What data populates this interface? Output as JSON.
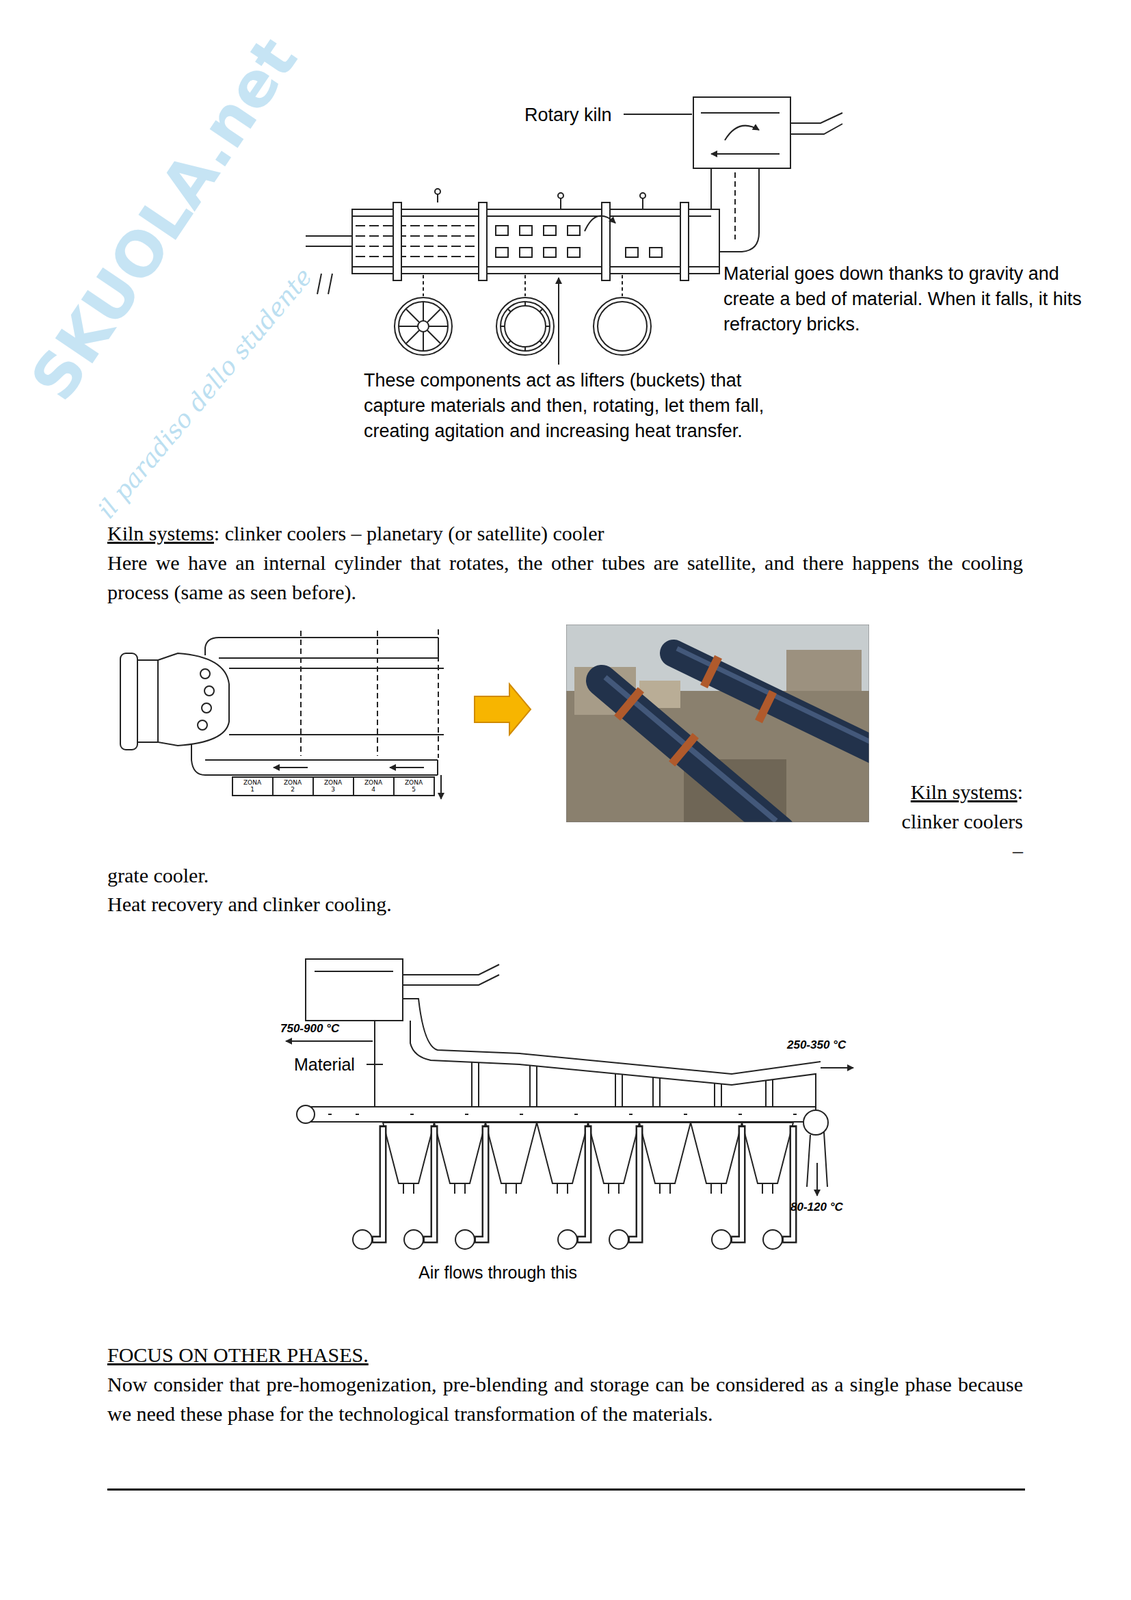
{
  "diagram": {
    "labels": [
      "SKUOLA.net",
      "il paradiso dello studente",
      "Rotary kiln",
      "Material goes down thanks to gravity and create a bed of material. When it falls, it hits refractory bricks.",
      "These components act as lifters (buckets) that capture materials and then, rotating, let them fall, creating agitation and increasing heat transfer.",
      "Kiln systems",
      ": clinker coolers – planetary (or satellite) cooler",
      "Here we have an internal cylinder that rotates, the other tubes are satellite, and there happens the cooling process (same as seen before).",
      "ZONA 1",
      "ZONA 2",
      "ZONA 3",
      "ZONA 4",
      "ZONA 5",
      "Kiln systems",
      ": clinker coolers –",
      "grate cooler.",
      "Heat recovery and clinker cooling.",
      "750-900 °C",
      "Material",
      "250-350 °C",
      "80-120 °C",
      "Air flows through this",
      "FOCUS ON OTHER PHASES.",
      "Now consider that pre-homogenization, pre-blending and storage can be considered as a single phase because we need these phase for the technological transformation of the materials."
    ]
  }
}
